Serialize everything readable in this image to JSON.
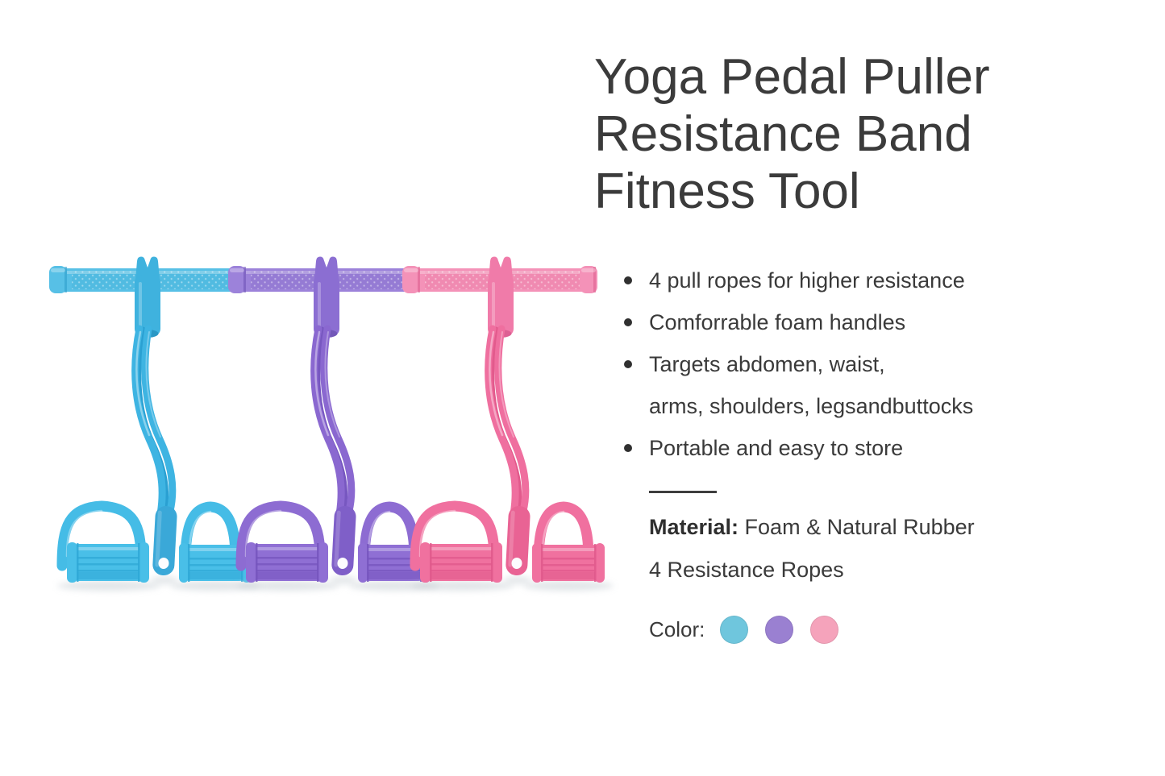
{
  "page": {
    "background": "#ffffff"
  },
  "product": {
    "title": "Yoga Pedal Puller Resistance Band Fitness Tool",
    "title_lines": [
      "Yoga Pedal Puller",
      "Resistance Band",
      "Fitness Tool"
    ],
    "features": [
      {
        "text": "4 pull ropes for higher resistance"
      },
      {
        "text": "Comforrable foam handles"
      },
      {
        "text": "Targets abdomen, waist,",
        "text2": "arms, shoulders, legsandbuttocks"
      },
      {
        "text": "Portable and easy to store"
      }
    ]
  },
  "details": {
    "material_label": "Material:",
    "material_value": " Foam & Natural Rubber",
    "ropes_line": "4 Resistance Ropes",
    "color_label": "Color:",
    "color_options": [
      {
        "name": "blue",
        "hex": "#6fc6dd"
      },
      {
        "name": "purple",
        "hex": "#9a80d1"
      },
      {
        "name": "pink",
        "hex": "#f5a3bb"
      }
    ]
  }
}
